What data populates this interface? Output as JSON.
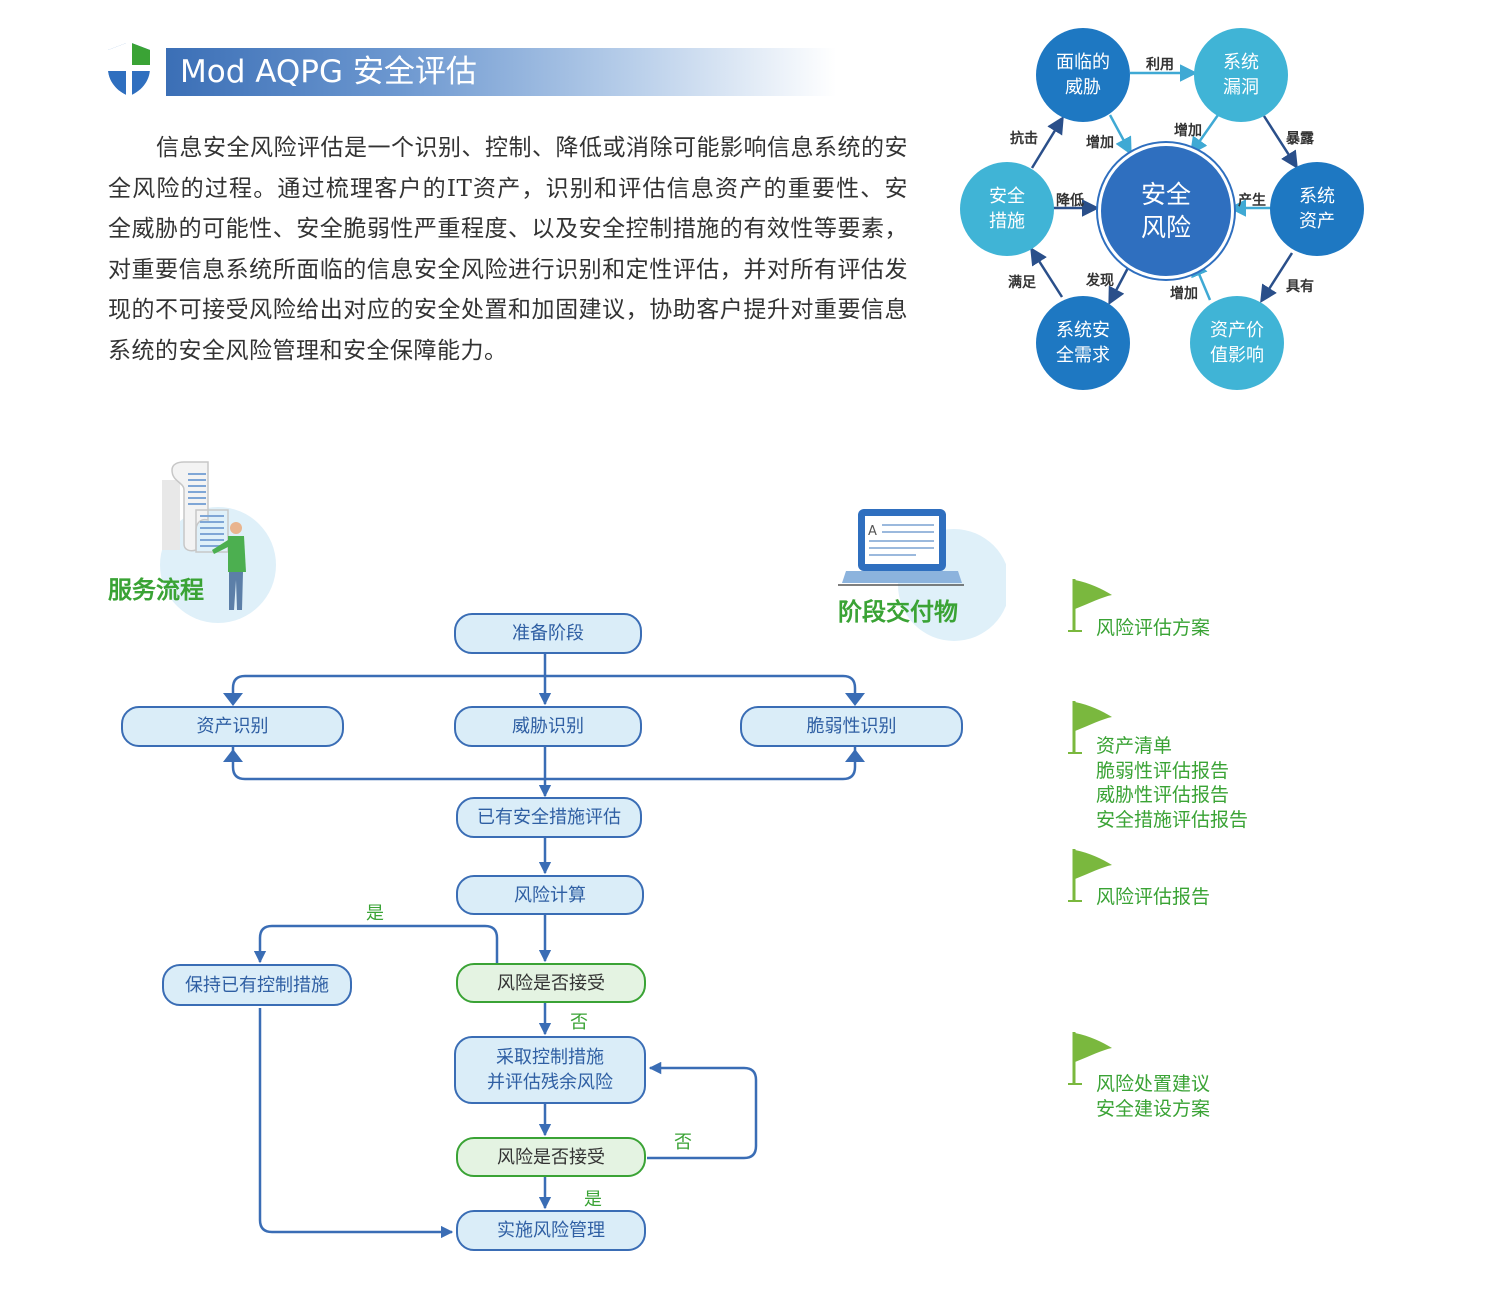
{
  "header": {
    "title": "Mod AQPG 安全评估",
    "icon": "shield-icon"
  },
  "intro": "信息安全风险评估是一个识别、控制、降低或消除可能影响信息系统的安全风险的过程。通过梳理客户的IT资产，识别和评估信息资产的重要性、安全威胁的可能性、安全脆弱性严重程度、以及安全控制措施的有效性等要素，对重要信息系统所面临的信息安全风险进行识别和定性评估，并对所有评估发现的不可接受风险给出对应的安全处置和加固建议，协助客户提升对重要信息系统的安全风险管理和安全保障能力。",
  "relation_diagram": {
    "center": "安全\n风险",
    "nodes": {
      "threat": "面临的\n威胁",
      "vuln": "系统\n漏洞",
      "asset": "系统\n资产",
      "value": "资产价\n值影响",
      "need": "系统安\n全需求",
      "measure": "安全\n措施"
    },
    "labels": {
      "use": "利用",
      "expose": "暴露",
      "have": "具有",
      "satisfy": "满足",
      "resist": "抗击",
      "inc_threat": "增加",
      "inc_vuln": "增加",
      "produce": "产生",
      "inc_value": "增加",
      "discover": "发现",
      "reduce": "降低"
    }
  },
  "colors": {
    "brand_blue": "#2f6fbf",
    "node_dark": "#1e78c2",
    "node_light": "#40b4d6",
    "flow_border": "#3a6db5",
    "flow_fill": "#daedf8",
    "green": "#3aa335",
    "flag_green": "#7ab83e"
  },
  "service": {
    "title": "服务流程",
    "icon": "document-person-icon"
  },
  "deliver": {
    "title": "阶段交付物",
    "icon": "laptop-icon"
  },
  "flow": {
    "prepare": "准备阶段",
    "asset_id": "资产识别",
    "threat_id": "威胁识别",
    "vuln_id": "脆弱性识别",
    "existing_eval": "已有安全措施评估",
    "risk_calc": "风险计算",
    "accept1": "风险是否接受",
    "keep": "保持已有控制措施",
    "take_measures": "采取控制措施\n并评估残余风险",
    "accept2": "风险是否接受",
    "implement": "实施风险管理",
    "yes1": "是",
    "no1": "否",
    "no2": "否",
    "yes2": "是"
  },
  "deliverables": [
    "风险评估方案",
    "资产清单\n脆弱性评估报告\n威胁性评估报告\n安全措施评估报告",
    "风险评估报告",
    "风险处置建议\n安全建设方案"
  ]
}
